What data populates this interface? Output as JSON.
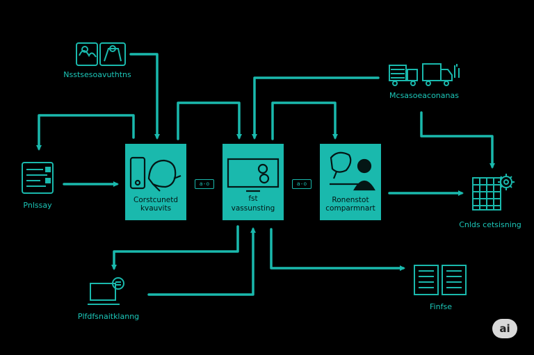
{
  "diagram": {
    "nodes": {
      "top_left": {
        "label": "Nsstsesoavuthtns"
      },
      "top_right": {
        "label": "Mcsasoeaconanas"
      },
      "left": {
        "label": "Pnlssay"
      },
      "right": {
        "label": "Cnlds cetsisning"
      },
      "bottom_left": {
        "label": "Plfdfsnaitklanng"
      },
      "bottom_right": {
        "label": "Finfse"
      }
    },
    "blocks": {
      "left": {
        "line1": "Corstcunetd",
        "line2": "kvauvits"
      },
      "center": {
        "line1": "fst",
        "line2": "vassunsting"
      },
      "right": {
        "line1": "Ronenstot",
        "line2": "comparmnart"
      }
    },
    "chips": {
      "left": "a-o",
      "right": "a-o"
    },
    "badge": "ai",
    "colors": {
      "accent": "#1ab9ad",
      "background": "#000000",
      "dark_text": "#041615"
    }
  }
}
